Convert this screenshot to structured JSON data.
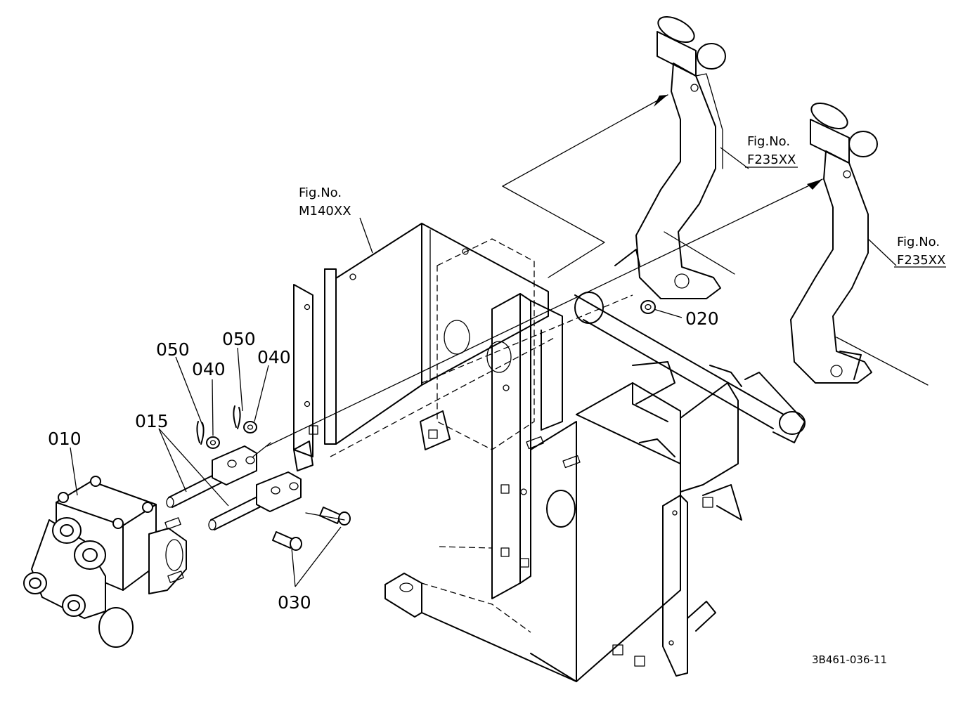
{
  "diagram": {
    "drawing_code": "3B461-036-11",
    "part_labels": {
      "p010": "010",
      "p015": "015",
      "p020": "020",
      "p030": "030",
      "p040_left": "040",
      "p040_right": "040",
      "p050_left": "050",
      "p050_right": "050"
    },
    "fig_refs": {
      "frame": {
        "line1": "Fig.No.",
        "line2": "M140XX"
      },
      "pedal_1": {
        "line1": "Fig.No.",
        "line2": "F235XX"
      },
      "pedal_2": {
        "line1": "Fig.No.",
        "line2": "F235XX"
      }
    }
  }
}
